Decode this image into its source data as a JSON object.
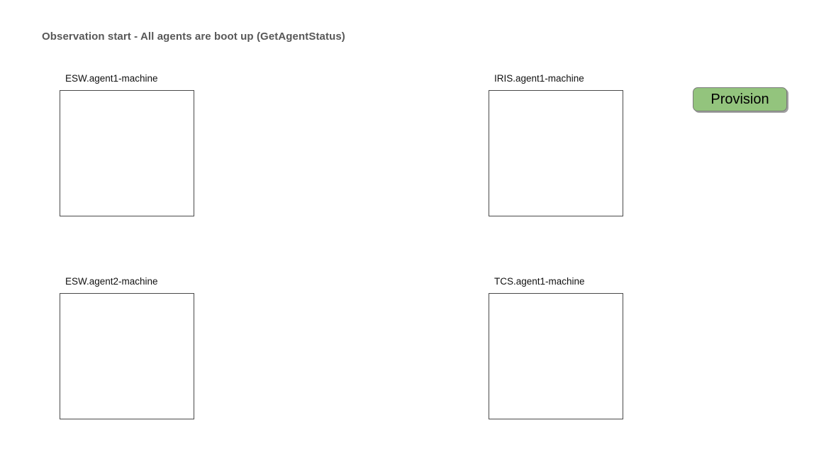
{
  "page": {
    "title": "Observation start - All agents are boot up (GetAgentStatus)",
    "background_color": "#ffffff",
    "title_color": "#585858"
  },
  "agents": [
    {
      "label": "ESW.agent1-machine",
      "content": "",
      "box_fill": "#ffffff",
      "box_border": "#4a4a4a"
    },
    {
      "label": "IRIS.agent1-machine",
      "content": "",
      "box_fill": "#ffffff",
      "box_border": "#4a4a4a"
    },
    {
      "label": "ESW.agent2-machine",
      "content": "",
      "box_fill": "#ffffff",
      "box_border": "#4a4a4a"
    },
    {
      "label": "TCS.agent1-machine",
      "content": "",
      "box_fill": "#ffffff",
      "box_border": "#4a4a4a"
    }
  ],
  "actions": {
    "provision": {
      "label": "Provision",
      "fill_color": "#93c47d",
      "border_color": "#7a7a7a",
      "text_color": "#000000"
    }
  }
}
